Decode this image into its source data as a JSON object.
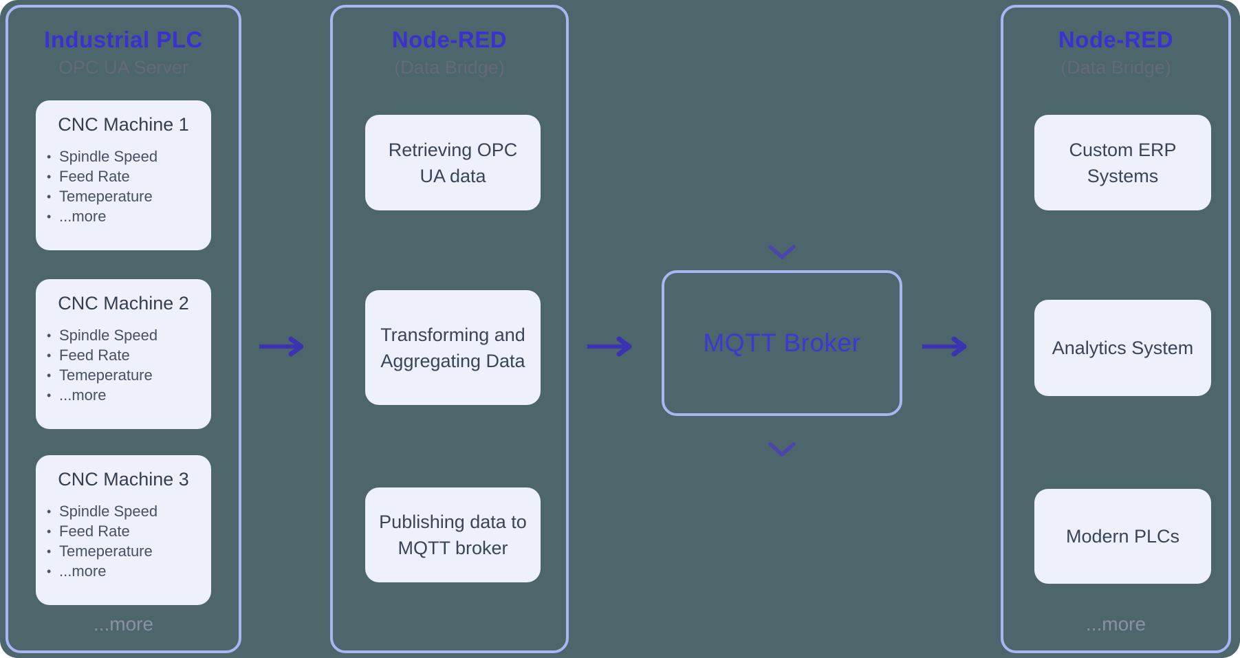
{
  "colors": {
    "canvas_bg": "#4d666b",
    "column_border": "#a9b6f4",
    "card_bg": "#eef1fc",
    "accent_blue": "#3b31d0",
    "arrow_blue": "#3a33b2"
  },
  "columns": {
    "plc": {
      "title": "Industrial PLC",
      "subtitle": "OPC UA Server",
      "cards": [
        {
          "title": "CNC Machine 1",
          "bullets": [
            "Spindle Speed",
            "Feed Rate",
            "Temeperature",
            "...more"
          ]
        },
        {
          "title": "CNC Machine 2",
          "bullets": [
            "Spindle Speed",
            "Feed Rate",
            "Temeperature",
            "...more"
          ]
        },
        {
          "title": "CNC Machine 3",
          "bullets": [
            "Spindle Speed",
            "Feed Rate",
            "Temeperature",
            "...more"
          ]
        }
      ],
      "footer": "...more"
    },
    "bridge": {
      "title": "Node-RED",
      "subtitle": "(Data Bridge)",
      "steps": [
        "Retrieving OPC UA data",
        "Transforming and Aggregating Data",
        "Publishing data to MQTT broker"
      ]
    },
    "consumers": {
      "title": "Node-RED",
      "subtitle": "(Data Bridge)",
      "cards": [
        "Custom ERP Systems",
        "Analytics System",
        "Modern PLCs"
      ],
      "footer": "...more"
    }
  },
  "broker": {
    "label": "MQTT Broker"
  }
}
